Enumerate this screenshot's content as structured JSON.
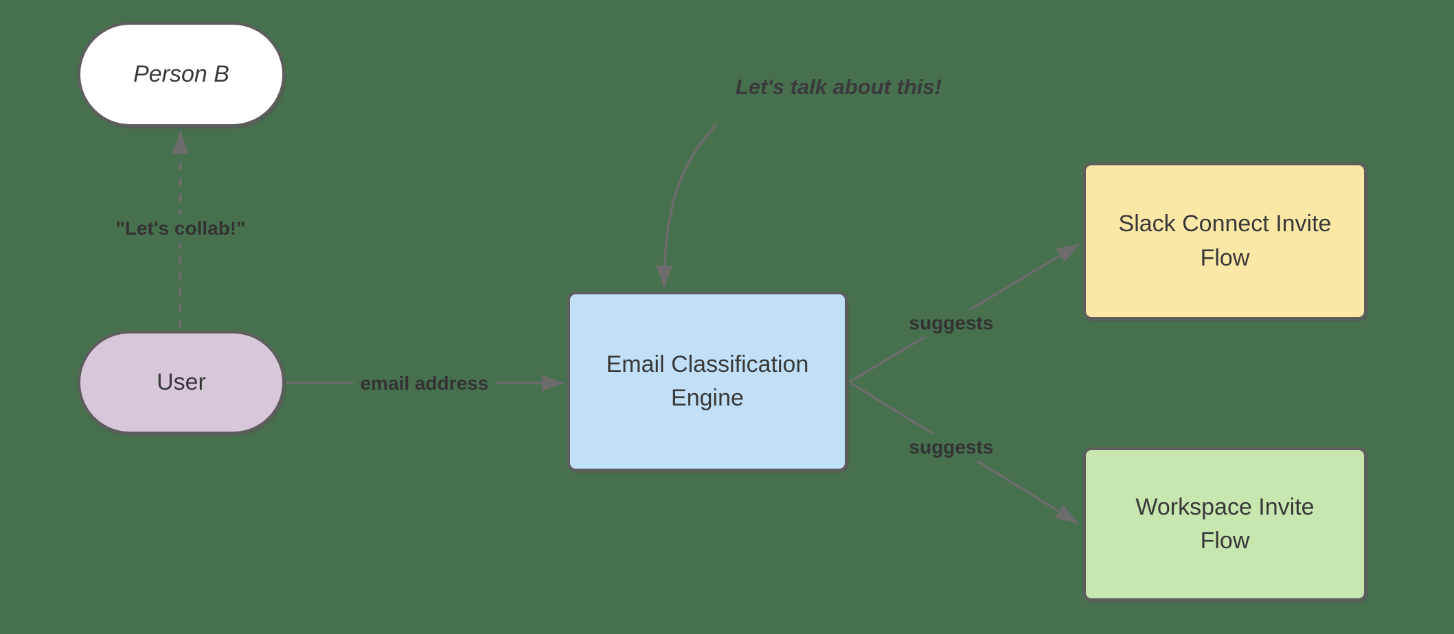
{
  "diagram": {
    "background_color": "#47714E",
    "arrow_color": "#6C6C6C",
    "node_border_color": "#5D5D5D",
    "text_color": "#383838",
    "nodes": [
      {
        "id": "person-b",
        "label": "Person B",
        "shape": "stadium",
        "fill": "#FFFFFF"
      },
      {
        "id": "user",
        "label": "User",
        "shape": "stadium",
        "fill": "#D8C7DA"
      },
      {
        "id": "engine",
        "label": "Email Classification\nEngine",
        "shape": "rect",
        "fill": "#C1E0F7"
      },
      {
        "id": "slack-flow",
        "label": "Slack Connect Invite\nFlow",
        "shape": "rect",
        "fill": "#FBE8A6"
      },
      {
        "id": "workspace-flow",
        "label": "Workspace Invite\nFlow",
        "shape": "rect",
        "fill": "#C8E6B0"
      }
    ],
    "edges": [
      {
        "from": "user",
        "to": "person-b",
        "label": "\"Let's collab!\"",
        "style": "dashed"
      },
      {
        "from": "user",
        "to": "engine",
        "label": "email address",
        "style": "solid"
      },
      {
        "from": "engine",
        "to": "slack-flow",
        "label": "suggests",
        "style": "solid"
      },
      {
        "from": "engine",
        "to": "workspace-flow",
        "label": "suggests",
        "style": "solid"
      }
    ],
    "annotation": {
      "text": "Let's talk about this!",
      "points_to": "engine"
    }
  }
}
